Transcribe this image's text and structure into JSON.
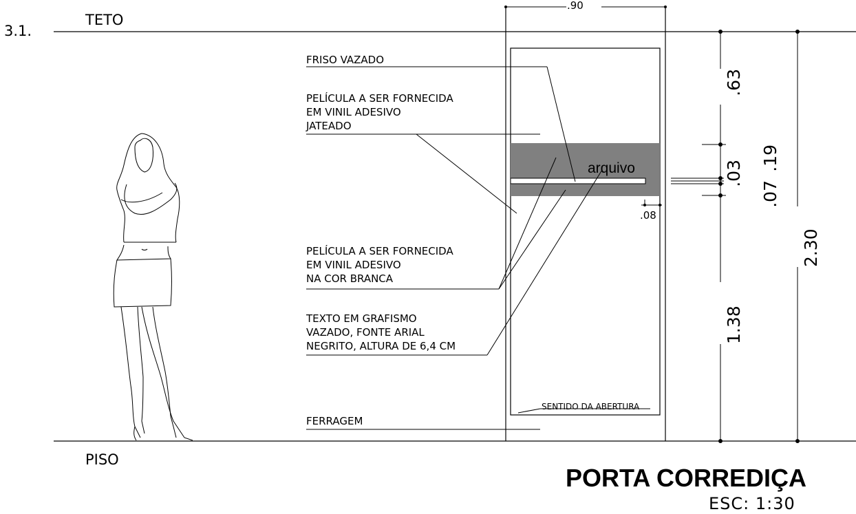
{
  "drawing": {
    "section_number": "3.1.",
    "ceiling_label": "TETO",
    "floor_label": "PISO",
    "title": "PORTA CORREDIÇA",
    "scale": "ESC:  1:30",
    "door_text": "arquivo"
  },
  "annotations": {
    "friso": "FRISO VAZADO",
    "pelicula_jateado": [
      "PELÍCULA A SER FORNECIDA",
      "EM VINIL ADESIVO",
      "JATEADO"
    ],
    "pelicula_branca": [
      "PELÍCULA A SER FORNECIDA",
      "EM VINIL ADESIVO",
      "NA COR BRANCA"
    ],
    "texto_grafismo": [
      "TEXTO EM GRAFISMO",
      "VAZADO, FONTE ARIAL",
      "NEGRITO, ALTURA DE 6,4 CM"
    ],
    "ferragem": "FERRAGEM",
    "sentido": "SENTIDO DA ABERTURA"
  },
  "dimensions": {
    "door_width": ".90",
    "top_segment": ".63",
    "band_height": ".19",
    "groove": ".03",
    "band_sub": ".07",
    "bottom_segment": "1.38",
    "total_height": "2.30",
    "groove_offset": ".08"
  }
}
